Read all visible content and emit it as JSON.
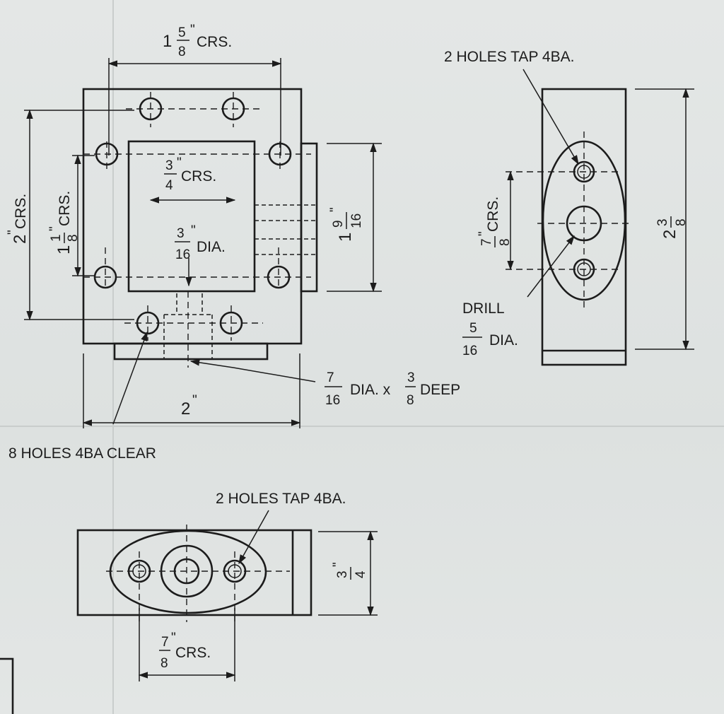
{
  "labels": {
    "front_top_crs": {
      "whole": "1",
      "num": "5",
      "den": "8",
      "mark": "\"",
      "suffix": "CRS."
    },
    "inner_crs": {
      "num": "3",
      "den": "4",
      "mark": "\"",
      "suffix": "CRS."
    },
    "window_dia": {
      "num": "3",
      "den": "16",
      "mark": "\"",
      "suffix": "DIA."
    },
    "overall_height": {
      "whole": "2",
      "mark": "\"",
      "suffix": "CRS."
    },
    "hole_pitch_vertical": {
      "whole": "1",
      "num": "1",
      "den": "8",
      "mark": "\"",
      "suffix": "CRS."
    },
    "lug_height": {
      "whole": "1",
      "num": "9",
      "den": "16",
      "mark": "\""
    },
    "counterbore": {
      "num1": "7",
      "den1": "16",
      "mid": "DIA. x",
      "num2": "3",
      "den2": "8",
      "suffix": "DEEP"
    },
    "overall_width": {
      "whole": "2",
      "mark": "\""
    },
    "clear_holes": "8 HOLES 4BA CLEAR",
    "side_tap_holes": "2 HOLES TAP 4BA.",
    "side_crs": {
      "num": "7",
      "den": "8",
      "mark": "\"",
      "suffix": "CRS."
    },
    "side_height": {
      "whole": "2",
      "num": "3",
      "den": "8"
    },
    "drill": {
      "word": "DRILL",
      "num": "5",
      "den": "16",
      "suffix": "DIA."
    },
    "top_tap_holes": "2 HOLES TAP 4BA.",
    "top_crs": {
      "num": "7",
      "den": "8",
      "mark": "\"",
      "suffix": "CRS."
    },
    "top_depth": {
      "num": "3",
      "den": "4",
      "mark": "\""
    }
  }
}
